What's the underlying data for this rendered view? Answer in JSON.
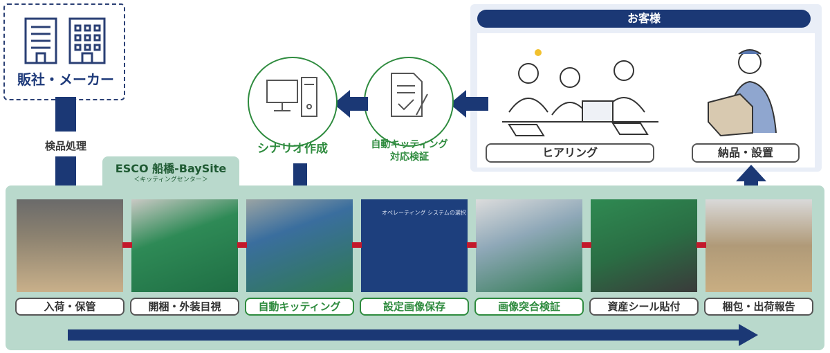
{
  "vendor": {
    "label": "販社・メーカー"
  },
  "inspection": {
    "label": "検品処理"
  },
  "customer": {
    "title": "お客様",
    "hearing_label": "ヒアリング",
    "delivery_label": "納品・設置"
  },
  "scenario": {
    "label": "シナリオ作成"
  },
  "verification": {
    "line1": "自動キッティング",
    "line2": "対応検証"
  },
  "site": {
    "title": "ESCO 船橋-BaySite",
    "subtitle": "＜キッティングセンター＞"
  },
  "steps": [
    {
      "label": "入荷・保管",
      "highlight": false
    },
    {
      "label": "開梱・外装目視",
      "highlight": false
    },
    {
      "label": "自動キッティング",
      "highlight": true
    },
    {
      "label": "設定画像保存",
      "highlight": true
    },
    {
      "label": "画像突合検証",
      "highlight": true
    },
    {
      "label": "資産シール貼付",
      "highlight": false
    },
    {
      "label": "梱包・出荷報告",
      "highlight": false
    }
  ],
  "screen_text": {
    "os_select": "オペレーティング システムの選択"
  },
  "colors": {
    "navy": "#1b3875",
    "green": "#2e8b3e",
    "mint": "#b9d9cc",
    "red": "#c3182b"
  }
}
